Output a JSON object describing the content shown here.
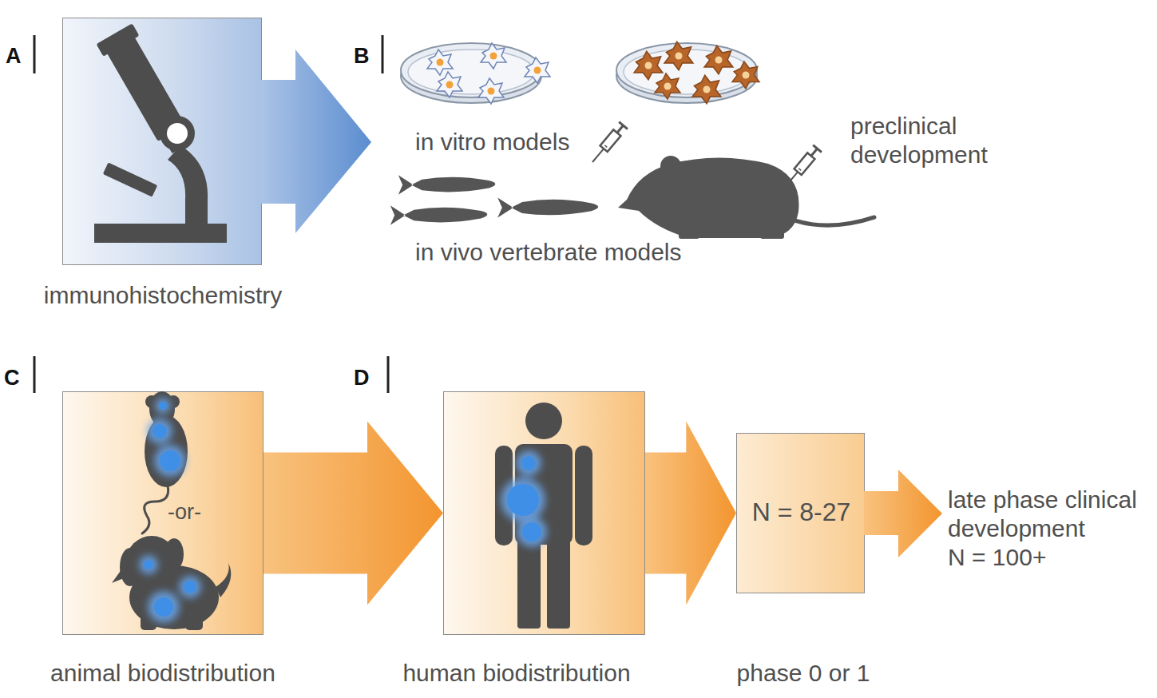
{
  "diagram": {
    "nodes": [
      {
        "text": [
          "immunohistochemistry"
        ]
      },
      {
        "text": [
          "-or-",
          "animal biodistribution"
        ]
      },
      {
        "text": [
          "human biodistribution"
        ]
      },
      {
        "text": [
          "N = 8-27",
          "phase 0 or 1"
        ]
      }
    ],
    "edges": [
      {
        "from": 1,
        "to": 2,
        "arrow": "to"
      },
      {
        "from": 2,
        "to": 3,
        "arrow": "to"
      }
    ],
    "labels": [
      "A",
      "B",
      "in vitro models",
      "preclinical development",
      "in vivo vertebrate models",
      "C",
      "D",
      "late phase clinical development",
      "N = 100+"
    ]
  }
}
